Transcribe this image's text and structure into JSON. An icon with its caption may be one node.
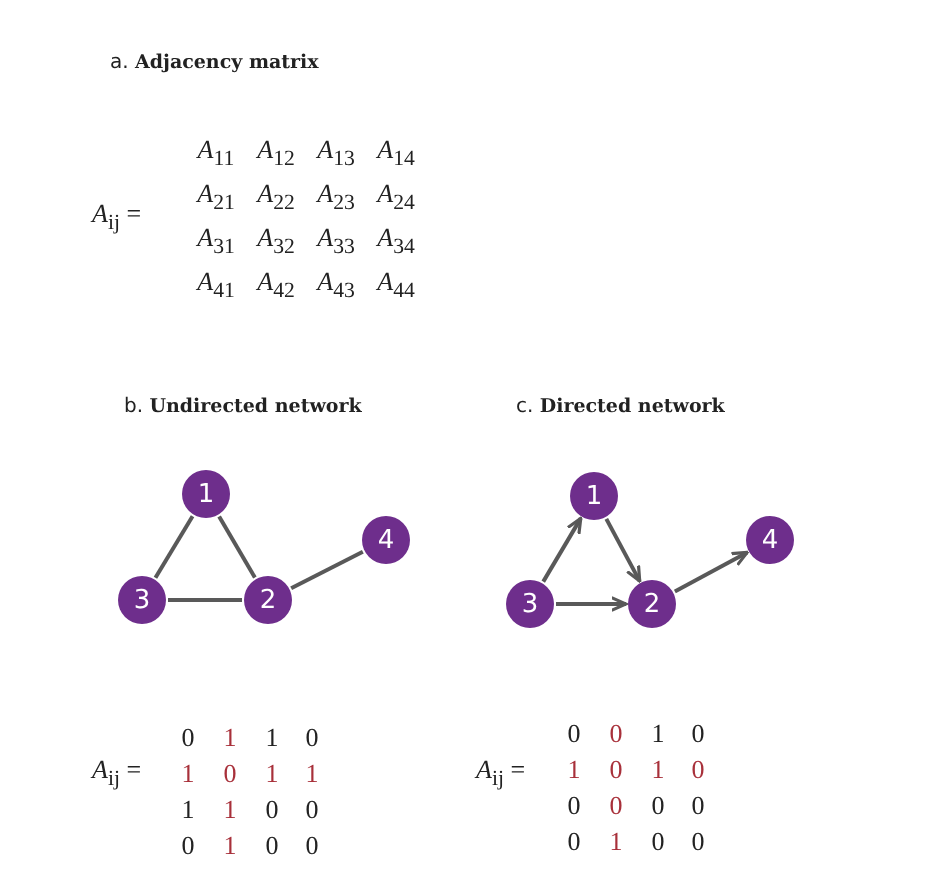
{
  "diagram": {
    "nodes": [
      {
        "text": [
          "1"
        ]
      },
      {
        "text": [
          "2"
        ]
      },
      {
        "text": [
          "3"
        ]
      },
      {
        "text": [
          "4"
        ]
      },
      {
        "text": [
          "1"
        ]
      },
      {
        "text": [
          "2"
        ]
      },
      {
        "text": [
          "3"
        ]
      },
      {
        "text": [
          "4"
        ]
      }
    ],
    "edges": [
      {
        "from": 0,
        "to": 2,
        "arrow": "none"
      },
      {
        "from": 0,
        "to": 1,
        "arrow": "none"
      },
      {
        "from": 2,
        "to": 1,
        "arrow": "none"
      },
      {
        "from": 1,
        "to": 3,
        "arrow": "none"
      },
      {
        "from": 6,
        "to": 4,
        "arrow": "to"
      },
      {
        "from": 4,
        "to": 5,
        "arrow": "to"
      },
      {
        "from": 6,
        "to": 5,
        "arrow": "to"
      },
      {
        "from": 5,
        "to": 7,
        "arrow": "to"
      }
    ],
    "labels": [
      "a. **Adjacency matrix**",
      "*A*$_{ij}$ =",
      "*A*$_{11}$",
      "*A*$_{12}$",
      "*A*$_{13}$",
      "*A*$_{14}$",
      "*A*$_{21}$",
      "*A*$_{22}$",
      "*A*$_{23}$",
      "*A*$_{24}$",
      "*A*$_{31}$",
      "*A*$_{32}$",
      "*A*$_{33}$",
      "*A*$_{34}$",
      "*A*$_{41}$",
      "*A*$_{42}$",
      "*A*$_{43}$",
      "*A*$_{44}$",
      "b. **Undirected network**",
      "c. **Directed network**",
      "*A*$_{ij}$ =",
      "0",
      "1",
      "1",
      "0",
      "1",
      "0",
      "1",
      "1",
      "1",
      "1",
      "0",
      "0",
      "0",
      "1",
      "0",
      "0",
      "*A*$_{ij}$ =",
      "0",
      "0",
      "1",
      "0",
      "1",
      "0",
      "1",
      "0",
      "0",
      "0",
      "0",
      "0",
      "0",
      "1",
      "0",
      "0"
    ]
  }
}
